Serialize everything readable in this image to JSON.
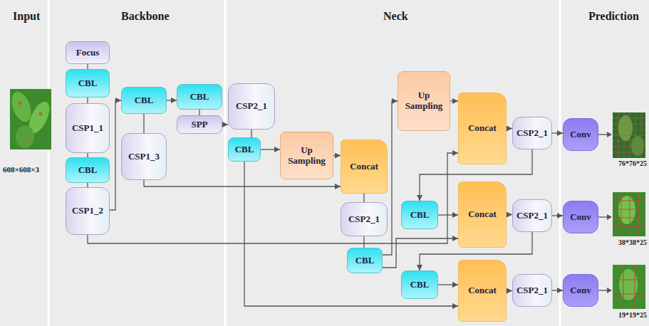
{
  "diagram": {
    "nodes": [
      {
        "text": [
          "Focus"
        ]
      },
      {
        "text": [
          "CBL"
        ]
      },
      {
        "text": [
          "CSP1_1"
        ]
      },
      {
        "text": [
          "CBL"
        ]
      },
      {
        "text": [
          "CSP1_2"
        ]
      },
      {
        "text": [
          "CBL"
        ]
      },
      {
        "text": [
          "CSP1_3"
        ]
      },
      {
        "text": [
          "CBL"
        ]
      },
      {
        "text": [
          "SPP"
        ]
      },
      {
        "text": [
          "CSP2_1"
        ]
      },
      {
        "text": [
          "CBL"
        ]
      },
      {
        "text": [
          "Up Sampling"
        ]
      },
      {
        "text": [
          "Concat"
        ]
      },
      {
        "text": [
          "CSP2_1"
        ]
      },
      {
        "text": [
          "CBL"
        ]
      },
      {
        "text": [
          "Up Sampling"
        ]
      },
      {
        "text": [
          "Concat"
        ]
      },
      {
        "text": [
          "CSP2_1"
        ]
      },
      {
        "text": [
          "Conv"
        ]
      },
      {
        "text": [
          "CBL"
        ]
      },
      {
        "text": [
          "Concat"
        ]
      },
      {
        "text": [
          "CSP2_1"
        ]
      },
      {
        "text": [
          "Conv"
        ]
      },
      {
        "text": [
          "CBL"
        ]
      },
      {
        "text": [
          "Concat"
        ]
      },
      {
        "text": [
          "CSP2_1"
        ]
      },
      {
        "text": [
          "Conv"
        ]
      }
    ],
    "edges": [
      {
        "from": 0,
        "to": 1,
        "arrow": "none"
      },
      {
        "from": 1,
        "to": 2,
        "arrow": "none"
      },
      {
        "from": 2,
        "to": 3,
        "arrow": "none"
      },
      {
        "from": 3,
        "to": 4,
        "arrow": "none"
      },
      {
        "from": 4,
        "to": 5,
        "arrow": "to"
      },
      {
        "from": 5,
        "to": 6,
        "arrow": "none"
      },
      {
        "from": 5,
        "to": 7,
        "arrow": "to"
      },
      {
        "from": 7,
        "to": 8,
        "arrow": "none"
      },
      {
        "from": 8,
        "to": 9,
        "arrow": "to"
      },
      {
        "from": 9,
        "to": 10,
        "arrow": "none"
      },
      {
        "from": 10,
        "to": 11,
        "arrow": "to"
      },
      {
        "from": 10,
        "to": 24,
        "arrow": "to"
      },
      {
        "from": 11,
        "to": 12,
        "arrow": "to"
      },
      {
        "from": 6,
        "to": 12,
        "arrow": "to"
      },
      {
        "from": 12,
        "to": 13,
        "arrow": "none"
      },
      {
        "from": 13,
        "to": 14,
        "arrow": "none"
      },
      {
        "from": 14,
        "to": 15,
        "arrow": "to"
      },
      {
        "from": 15,
        "to": 16,
        "arrow": "to"
      },
      {
        "from": 4,
        "to": 16,
        "arrow": "to"
      },
      {
        "from": 16,
        "to": 17,
        "arrow": "to"
      },
      {
        "from": 17,
        "to": 18,
        "arrow": "to"
      },
      {
        "from": 17,
        "to": 19,
        "arrow": "to"
      },
      {
        "from": 14,
        "to": 20,
        "arrow": "to"
      },
      {
        "from": 19,
        "to": 20,
        "arrow": "to"
      },
      {
        "from": 20,
        "to": 21,
        "arrow": "to"
      },
      {
        "from": 21,
        "to": 22,
        "arrow": "to"
      },
      {
        "from": 21,
        "to": 23,
        "arrow": "to"
      },
      {
        "from": 23,
        "to": 24,
        "arrow": "to"
      },
      {
        "from": 24,
        "to": 25,
        "arrow": "to"
      },
      {
        "from": 25,
        "to": 26,
        "arrow": "to"
      }
    ],
    "labels": [
      "Input",
      "Backbone",
      "Neck",
      "Prediction",
      "608×608×3",
      "76*76*25",
      "38*38*25",
      "19*19*25"
    ]
  }
}
